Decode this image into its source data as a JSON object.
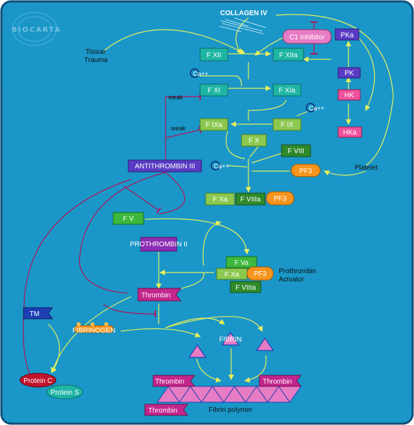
{
  "logo": "BIOCARTA",
  "labels": {
    "collagen": "COLLAGEN IV",
    "tissue_trauma_1": "Tissue",
    "tissue_trauma_2": "Trauma",
    "weak_1": "weak",
    "weak_2": "weak",
    "platelet": "Platelet",
    "prothrombin_activator_1": "Prothrombin",
    "prothrombin_activator_2": "Actvator",
    "prothrombin_ii": "PROTHROMBIN II",
    "fibrinogen": "FIBRINOGEN",
    "fibrin": "FIBRIN",
    "fibrin_polymer": "Fibrin polymer",
    "ca_1": "Ca++",
    "ca_2": "Ca++",
    "ca_3": "Ca++"
  },
  "nodes": {
    "fxii": "F XII",
    "fxiia": "F XIIa",
    "c1_inhibitor": "C1 Inhibitor",
    "pka": "PKa",
    "pk": "PK",
    "hk": "HK",
    "hka": "HKa",
    "fxi": "F XI",
    "fxia": "F XIa",
    "fix": "F IX",
    "fixa": "F IXa",
    "fx": "F X",
    "fviii": "F VIII",
    "pf3_top": "PF3",
    "antithrombin": "ANTITHROMBIN III",
    "fxa_1": "F Xa",
    "fviiia_1": "F VIIIa",
    "pf3_mid": "PF3",
    "fv": "F V",
    "fva": "F Va",
    "fxa_2": "F Xa",
    "pf3_low": "PF3",
    "fviiia_2": "F VIIIa",
    "thrombin": "Thrombin",
    "tm": "TM",
    "protein_c": "Protein C",
    "protein_s": "Protein S",
    "thrombin_left": "Thrombin",
    "thrombin_right": "Thrombin",
    "thrombin_bottom": "Thrombin"
  },
  "colors": {
    "background": "#1a97c8",
    "border": "#0d4f7a",
    "teal": "#1fb5a5",
    "light_green": "#8cc850",
    "dark_green": "#2f8a2a",
    "bright_green": "#3cb83c",
    "orange": "#f7941d",
    "pink": "#f0529c",
    "light_pink": "#e87cc4",
    "purple": "#5a3bc4",
    "violet": "#8c2cb4",
    "magenta": "#c2268c",
    "red": "#c0142c",
    "blue": "#1f3fb4",
    "arrow": "#e8f05a",
    "inhibit": "#a01a5a"
  }
}
